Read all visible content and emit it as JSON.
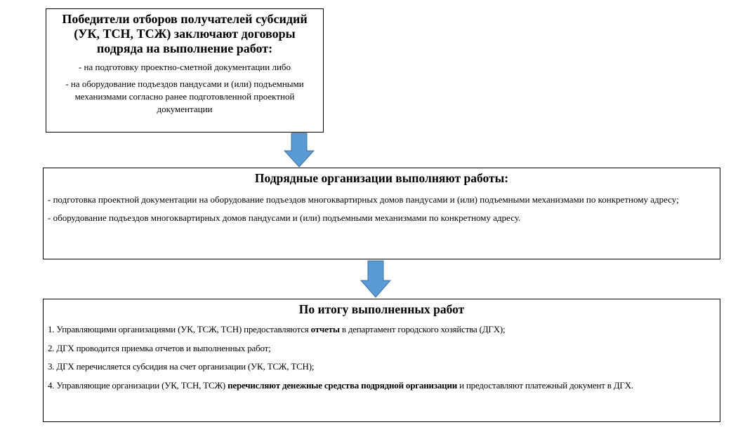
{
  "box1": {
    "title": "Победители отборов получателей субсидий (УК, ТСН, ТСЖ) заключают договоры подряда на выполнение работ:",
    "items": [
      "-  на подготовку проектно-сметной документации либо",
      "- на оборудование подъездов пандусами и (или) подъемными механизмами согласно ранее подготовленной проектной документации"
    ]
  },
  "box2": {
    "title": "Подрядные организации выполняют работы:",
    "items": [
      "- подготовка проектной документации на оборудование подъездов многоквартирных домов пандусами и (или) подъемными механизмами по конкретному адресу;",
      "- оборудование подъездов многоквартирных домов пандусами и (или) подъемными механизмами по конкретному адресу."
    ]
  },
  "box3": {
    "title": "По итогу выполненных работ",
    "item1": {
      "before": "1. Управляющими организациями (УК, ТСЖ, ТСН) предоставляются ",
      "bold": "отчеты",
      "after": " в департамент городского хозяйства (ДГХ);"
    },
    "item2": "2. ДГХ проводится приемка отчетов и выполненных работ;",
    "item3": "3. ДГХ перечисляется субсидия на счет организации (УК, ТСЖ, ТСН);",
    "item4": {
      "before": "4. Управляющие организации (УК, ТСН, ТСЖ) ",
      "bold": "перечисляют денежные средства подрядной организации",
      "after": " и предоставляют платежный документ в ДГХ."
    }
  },
  "colors": {
    "arrow": "#5b9bd5",
    "arrow_stroke": "#41719c"
  }
}
